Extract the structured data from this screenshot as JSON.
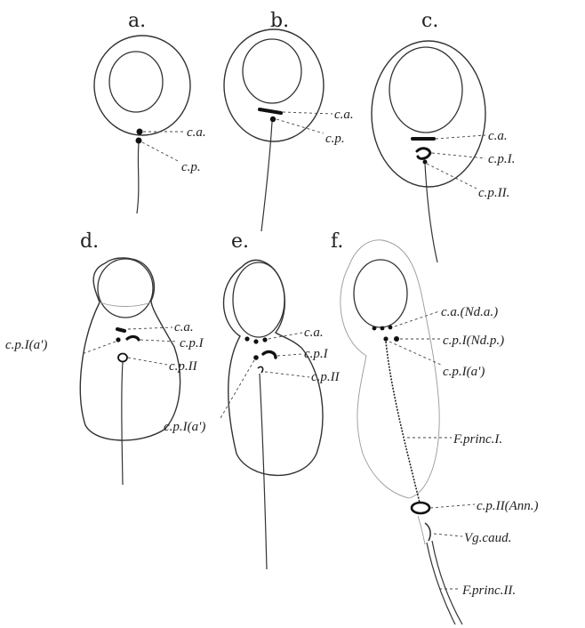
{
  "panels": {
    "a": {
      "letter": "a.",
      "labels": {
        "ca": "c.a.",
        "cp": "c.p."
      }
    },
    "b": {
      "letter": "b.",
      "labels": {
        "ca": "c.a.",
        "cp": "c.p."
      }
    },
    "c": {
      "letter": "c.",
      "labels": {
        "ca": "c.a.",
        "cp1": "c.p.I.",
        "cp2": "c.p.II."
      }
    },
    "d": {
      "letter": "d.",
      "labels": {
        "ca": "c.a.",
        "cp1": "c.p.I",
        "cp1a": "c.p.I(a')",
        "cp2": "c.p.II"
      }
    },
    "e": {
      "letter": "e.",
      "labels": {
        "ca": "c.a.",
        "cp1": "c.p.I",
        "cp2": "c.p.II",
        "cp1a": "c.p.I(a')"
      }
    },
    "f": {
      "letter": "f.",
      "labels": {
        "ca": "c.a.(Nd.a.)",
        "cp1": "c.p.I(Nd.p.)",
        "cp1a": "c.p.I(a')",
        "fprinc1": "F.princ.I.",
        "cp2": "c.p.II(Ann.)",
        "vg": "Vg.caud.",
        "fprinc2": "F.princ.II."
      }
    }
  }
}
